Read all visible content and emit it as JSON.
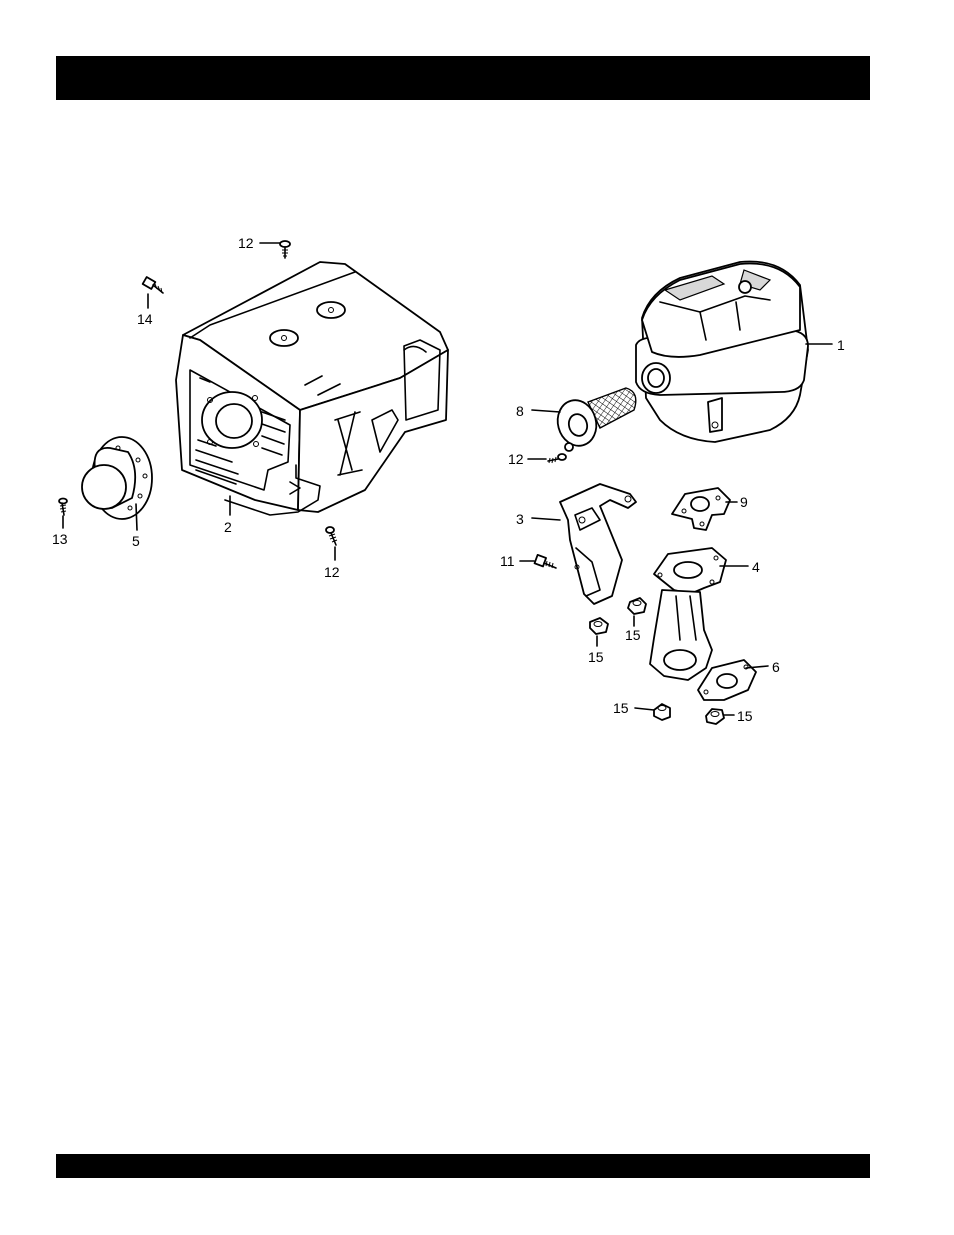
{
  "callouts": {
    "c1": "1",
    "c2": "2",
    "c3": "3",
    "c4": "4",
    "c5": "5",
    "c6": "6",
    "c8": "8",
    "c9": "9",
    "c11": "11",
    "c12a": "12",
    "c12b": "12",
    "c12c": "12",
    "c13": "13",
    "c14": "14",
    "c15a": "15",
    "c15b": "15",
    "c15c": "15",
    "c15d": "15"
  },
  "colors": {
    "bars": "#000000",
    "background": "#ffffff"
  }
}
